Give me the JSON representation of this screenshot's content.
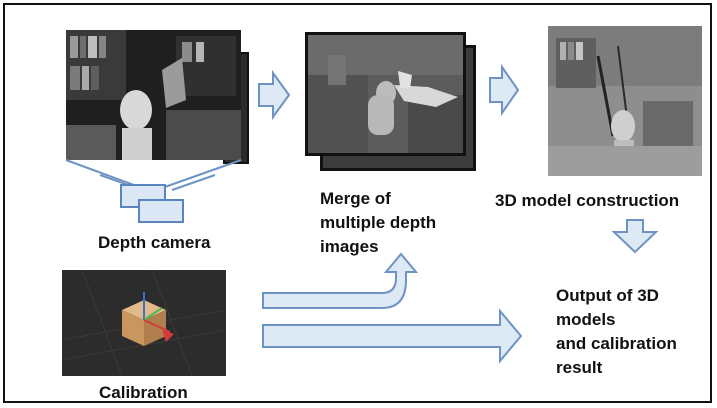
{
  "labels": {
    "depth_camera": "Depth camera",
    "merge_line1": "Merge of",
    "merge_line2": "multiple depth",
    "merge_line3": "images",
    "construction": "3D model construction",
    "output_line1": "Output of 3D",
    "output_line2": "models",
    "output_line3": "and calibration",
    "output_line4": "result",
    "calibration": "Calibration"
  },
  "colors": {
    "arrow_fill": "#dde9f5",
    "arrow_stroke": "#6d93c4",
    "camera_fill": "#dbe7f4",
    "camera_stroke": "#5a85bf",
    "frame": "#111111"
  },
  "icons": {
    "depth_scene": "grayscale-room-photo",
    "depth_map": "depth-map-image",
    "reconstruction": "3d-point-cloud-room",
    "calibration": "3d-cube-gizmo"
  }
}
